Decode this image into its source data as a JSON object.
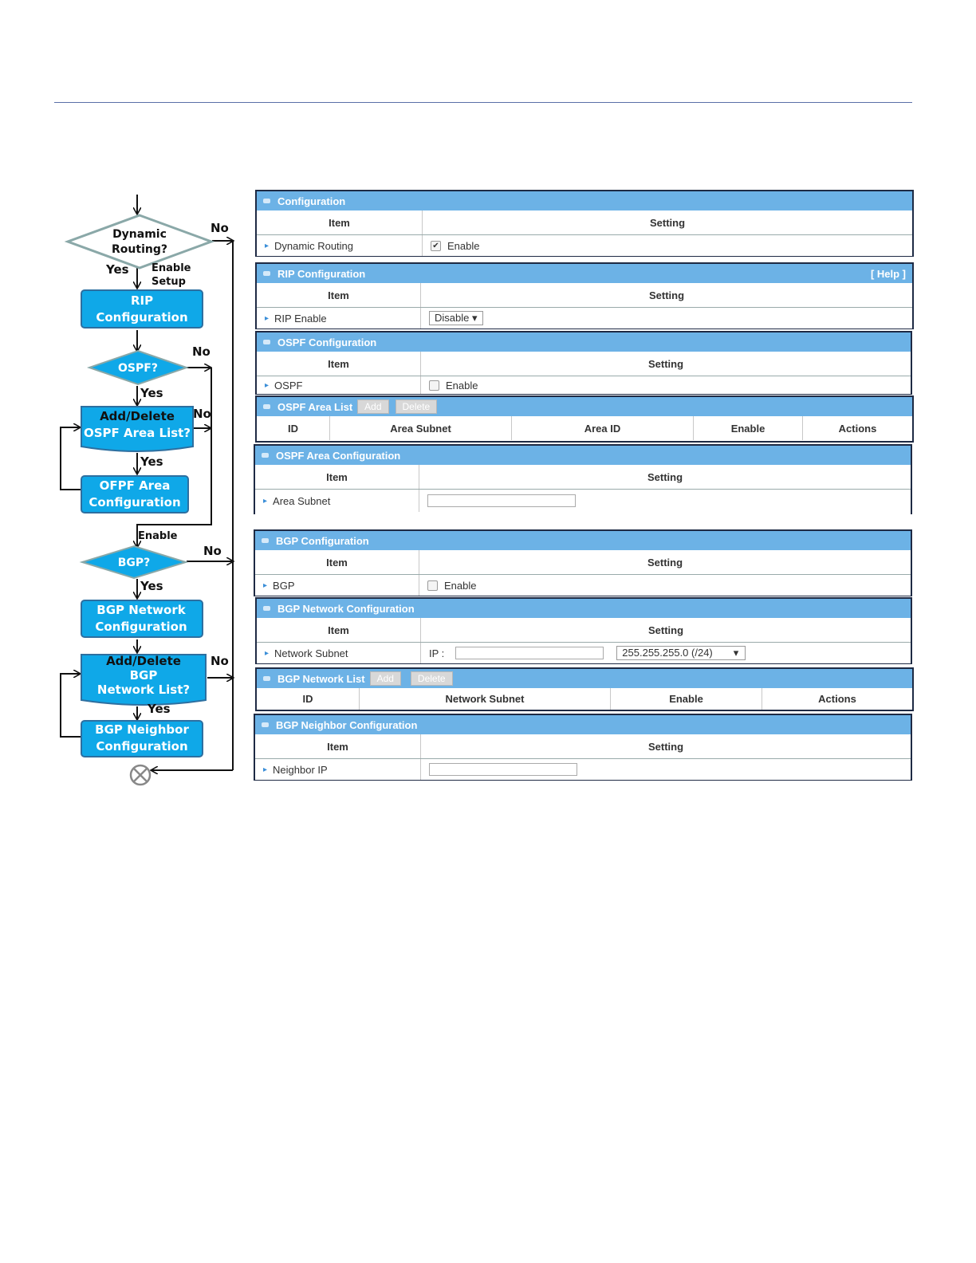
{
  "flowchart": {
    "dynamic_routing": "Dynamic\nRouting?",
    "yes": "Yes",
    "no": "No",
    "enable_setup": "Enable\nSetup",
    "enable": "Enable",
    "rip_config": "RIP\nConfiguration",
    "ospf": "OSPF?",
    "add_delete_ospf": "Add/Delete\nOSPF Area List?",
    "ofpf_area_config": "OFPF Area\nConfiguration",
    "bgp": "BGP?",
    "bgp_network_config": "BGP Network\nConfiguration",
    "add_delete_bgp": "Add/Delete\nBGP\nNetwork List?",
    "bgp_neighbor_config": "BGP Neighbor\nConfiguration",
    "colors": {
      "box_fill": "#0fa8e8",
      "box_stroke": "#2d6fa0",
      "diamond_fill": "#0fa8e8",
      "end": "#888888"
    }
  },
  "panels": {
    "configuration": {
      "title": "Configuration",
      "col_item": "Item",
      "col_setting": "Setting",
      "row_label": "Dynamic Routing",
      "checkbox_label": "Enable",
      "checked": true
    },
    "rip": {
      "title": "RIP Configuration",
      "help": "[ Help ]",
      "col_item": "Item",
      "col_setting": "Setting",
      "row_label": "RIP Enable",
      "select_value": "Disable ▾"
    },
    "ospf": {
      "title": "OSPF Configuration",
      "col_item": "Item",
      "col_setting": "Setting",
      "row_label": "OSPF",
      "checkbox_label": "Enable",
      "checked": false
    },
    "ospf_area_list": {
      "title": "OSPF Area List",
      "add": "Add",
      "delete": "Delete",
      "columns": [
        "ID",
        "Area Subnet",
        "Area ID",
        "Enable",
        "Actions"
      ]
    },
    "ospf_area_config": {
      "title": "OSPF Area Configuration",
      "col_item": "Item",
      "col_setting": "Setting",
      "row_label": "Area Subnet"
    },
    "bgp": {
      "title": "BGP Configuration",
      "col_item": "Item",
      "col_setting": "Setting",
      "row_label": "BGP",
      "checkbox_label": "Enable",
      "checked": false
    },
    "bgp_network_config": {
      "title": "BGP Network Configuration",
      "col_item": "Item",
      "col_setting": "Setting",
      "row_label": "Network Subnet",
      "ip_label": "IP :",
      "mask_value": "255.255.255.0 (/24)",
      "mask_arrow": "▾"
    },
    "bgp_network_list": {
      "title": "BGP Network List",
      "add": "Add",
      "delete": "Delete",
      "columns": [
        "ID",
        "Network Subnet",
        "Enable",
        "Actions"
      ]
    },
    "bgp_neighbor_config": {
      "title": "BGP Neighbor Configuration",
      "col_item": "Item",
      "col_setting": "Setting",
      "row_label": "Neighbor IP"
    }
  },
  "colors": {
    "panel_header": "#6cb2e6",
    "panel_border": "#1e2a44",
    "rule": "#5a6fa8"
  }
}
